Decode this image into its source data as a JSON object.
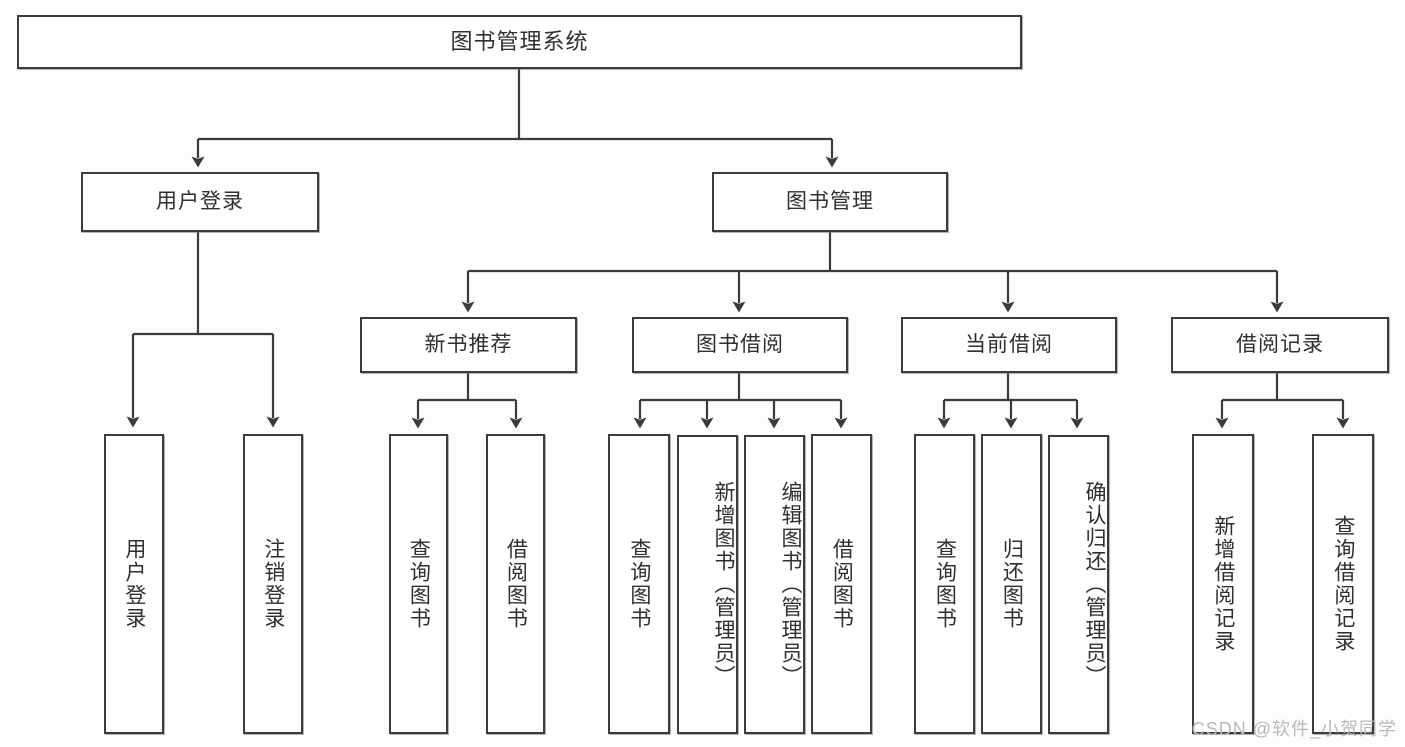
{
  "diagram": {
    "title": "图书管理系统",
    "root": {
      "label": "图书管理系统"
    },
    "level1": [
      {
        "label": "用户登录"
      },
      {
        "label": "图书管理"
      }
    ],
    "level2": [
      {
        "label": "新书推荐"
      },
      {
        "label": "图书借阅"
      },
      {
        "label": "当前借阅"
      },
      {
        "label": "借阅记录"
      }
    ],
    "leaves": {
      "user_login": [
        {
          "label": "用户登录"
        },
        {
          "label": "注销登录"
        }
      ],
      "new_book_recommend": [
        {
          "label": "查询图书"
        },
        {
          "label": "借阅图书"
        }
      ],
      "book_borrow": [
        {
          "label": "查询图书"
        },
        {
          "label": "新增图书（管理员）"
        },
        {
          "label": "编辑图书（管理员）"
        },
        {
          "label": "借阅图书"
        }
      ],
      "current_borrow": [
        {
          "label": "查询图书"
        },
        {
          "label": "归还图书"
        },
        {
          "label": "确认归还（管理员）"
        }
      ],
      "borrow_record": [
        {
          "label": "新增借阅记录"
        },
        {
          "label": "查询借阅记录"
        }
      ]
    },
    "watermark": "CSDN @软件_小贺同学",
    "colors": {
      "stroke": "#3b3b3b",
      "box_fill": "#ffffff",
      "text": "#2f2f2f",
      "background": "#fdfdfd",
      "watermark": "#b9b9b9"
    }
  }
}
